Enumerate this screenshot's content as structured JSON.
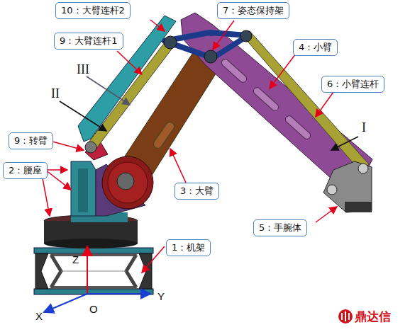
{
  "diagram": {
    "nodes": [
      {
        "text": [
          "10：大臂连杆2"
        ]
      },
      {
        "text": [
          "7：姿态保持架"
        ]
      },
      {
        "text": [
          "9：大臂连杆1"
        ]
      },
      {
        "text": [
          "4：小臂"
        ]
      },
      {
        "text": [
          "6：小臂连杆"
        ]
      },
      {
        "text": [
          "9：转臂"
        ]
      },
      {
        "text": [
          "2：腰座"
        ]
      },
      {
        "text": [
          "3：大臂"
        ]
      },
      {
        "text": [
          "5：手腕体"
        ]
      },
      {
        "text": [
          "1：机架"
        ]
      }
    ],
    "labels": [
      "III",
      "II",
      "I",
      "Z",
      "Y",
      "O",
      "X",
      "鼎达信"
    ]
  }
}
